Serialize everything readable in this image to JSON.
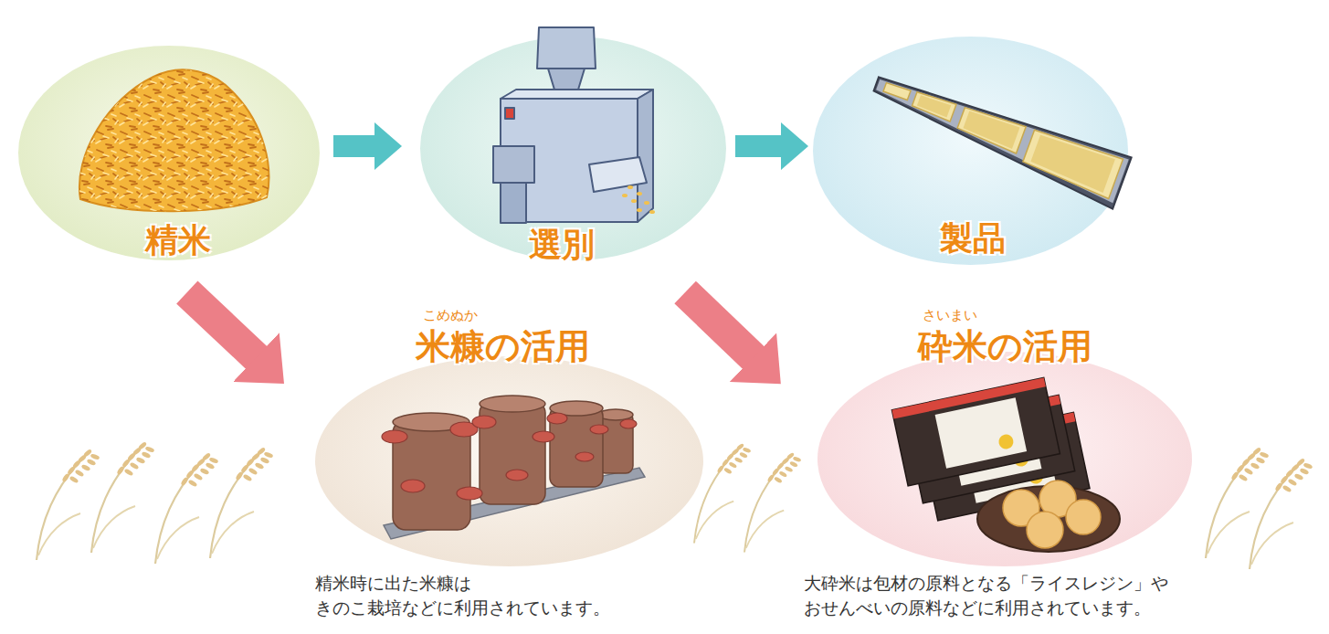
{
  "diagram": {
    "nodes": [
      {
        "text": [
          "精米"
        ]
      },
      {
        "text": [
          "選別"
        ]
      },
      {
        "text": [
          "製品"
        ]
      },
      {
        "text": [
          "こめぬか",
          "米糠の活用",
          "精米時に出た米糠は きのこ栽培などに利用されています。"
        ]
      },
      {
        "text": [
          "さいまい",
          "砕米の活用",
          "大砕米は包材の原料となる「ライスレジン」や おせんべいの原料などに利用されています。"
        ]
      }
    ],
    "edges": [
      {
        "from": 0,
        "to": 1,
        "arrow": "to"
      },
      {
        "from": 1,
        "to": 2,
        "arrow": "to"
      },
      {
        "from": 0,
        "to": 3,
        "arrow": "to"
      },
      {
        "from": 1,
        "to": 4,
        "arrow": "to"
      }
    ]
  }
}
